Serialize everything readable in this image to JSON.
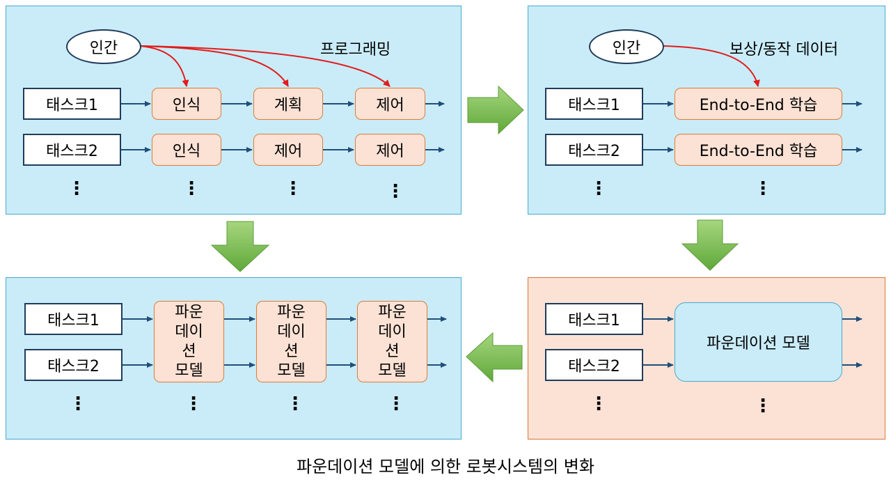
{
  "panels": {
    "top_left": {
      "human": "인간",
      "annotation": "프로그래밍",
      "rows": [
        {
          "task": "태스크1",
          "steps": [
            "인식",
            "계획",
            "제어"
          ]
        },
        {
          "task": "태스크2",
          "steps": [
            "인식",
            "제어",
            "제어"
          ]
        }
      ],
      "ellipsis": "⋮"
    },
    "top_right": {
      "human": "인간",
      "annotation": "보상/동작 데이터",
      "rows": [
        {
          "task": "태스크1",
          "step": "End-to-End 학습"
        },
        {
          "task": "태스크2",
          "step": "End-to-End 학습"
        }
      ],
      "ellipsis": "⋮"
    },
    "bottom_right": {
      "rows": [
        {
          "task": "태스크1"
        },
        {
          "task": "태스크2"
        }
      ],
      "model": "파운데이션 모델",
      "ellipsis": "⋮"
    },
    "bottom_left": {
      "rows": [
        {
          "task": "태스크1"
        },
        {
          "task": "태스크2"
        }
      ],
      "model_lines": [
        "파운",
        "데이",
        "션",
        "모델"
      ],
      "ellipsis": "⋮"
    }
  },
  "caption": "파운데이션 모델에 의한 로봇시스템의 변화",
  "colors": {
    "panel_blue": "#c9ecf8",
    "panel_orange": "#fbe2d5",
    "task_border": "#1f3b5a",
    "process_border": "#e07b39",
    "arrow_blue": "#1f4e79",
    "arrow_red": "#e31b1b",
    "transition_green": "#7bbd4f"
  }
}
